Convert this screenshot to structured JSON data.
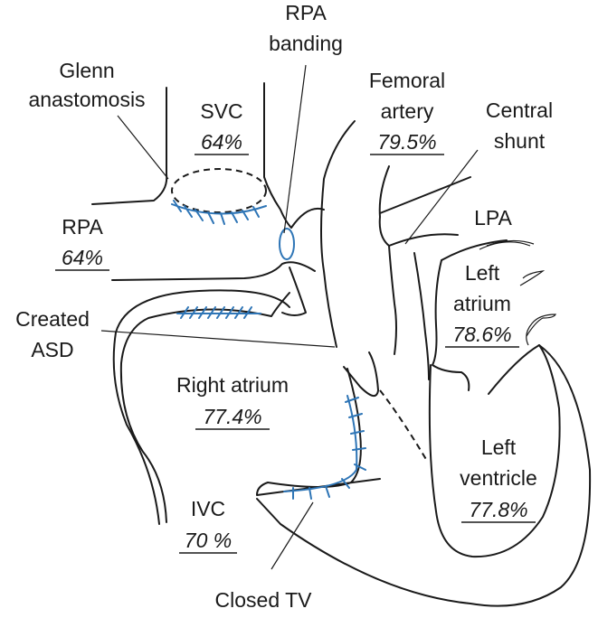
{
  "labels": {
    "rpa_banding": [
      "RPA",
      "banding"
    ],
    "glenn": [
      "Glenn",
      "anastomosis"
    ],
    "svc": {
      "name": "SVC",
      "value": "64%"
    },
    "femoral": {
      "name": [
        "Femoral",
        "artery"
      ],
      "value": "79.5%"
    },
    "central_shunt": [
      "Central",
      "shunt"
    ],
    "rpa": {
      "name": "RPA",
      "value": "64%"
    },
    "lpa": "LPA",
    "left_atrium": {
      "name": [
        "Left",
        "atrium"
      ],
      "value": "78.6%"
    },
    "created_asd": [
      "Created",
      "ASD"
    ],
    "right_atrium": {
      "name": "Right atrium",
      "value": "77.4%"
    },
    "left_ventricle": {
      "name": [
        "Left",
        "ventricle"
      ],
      "value": "77.8%"
    },
    "ivc": {
      "name": "IVC",
      "value": "70 %"
    },
    "closed_tv": "Closed TV"
  },
  "colors": {
    "outline": "#1a1a1a",
    "suture": "#2e75b6"
  }
}
